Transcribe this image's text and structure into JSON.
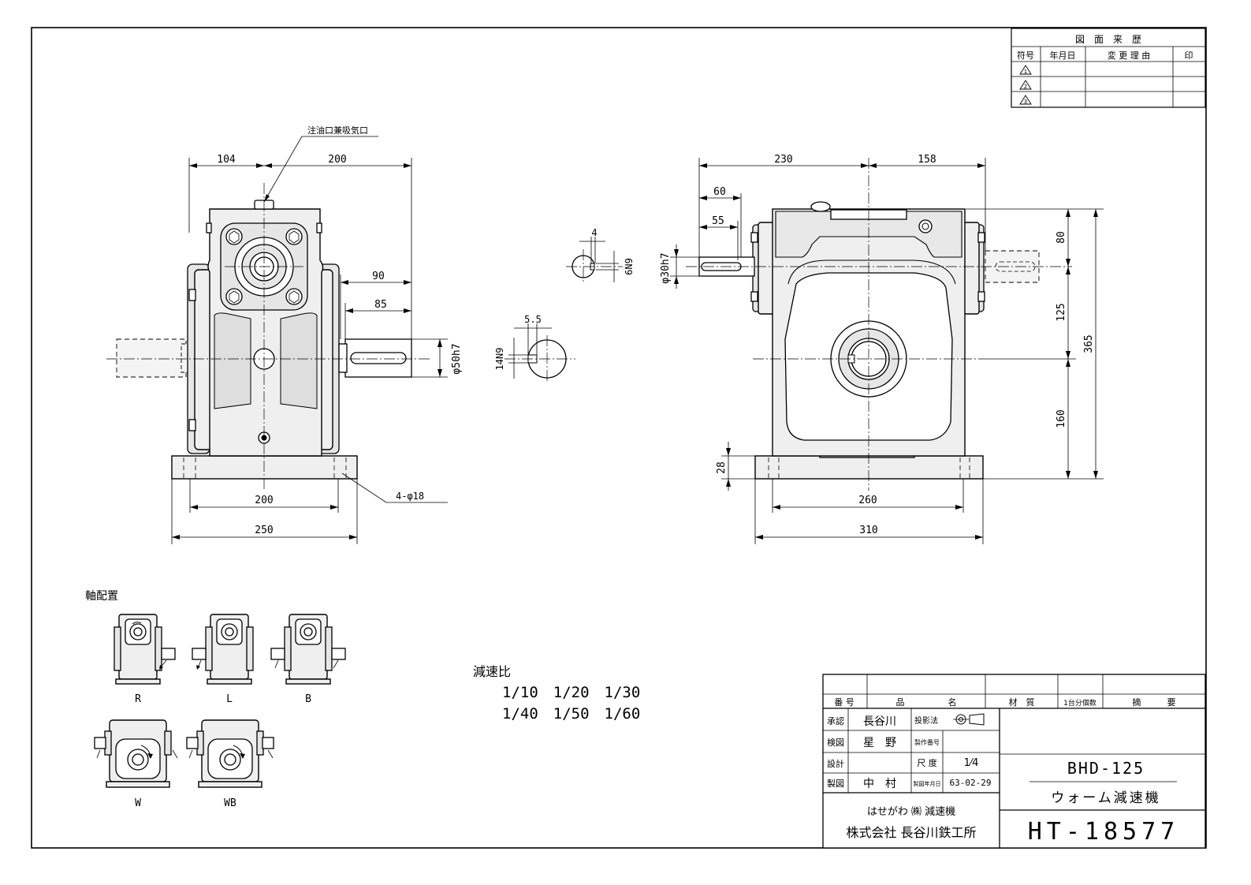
{
  "revision_table": {
    "title": "図　面　来　歴",
    "headers": [
      "符号",
      "年月日",
      "変 更 理 由",
      "印"
    ],
    "symbols": [
      "1",
      "2",
      "3"
    ]
  },
  "front_view": {
    "oil_port_label": "注油口兼吸気口",
    "dims": {
      "d104": "104",
      "d200_top": "200",
      "d90": "90",
      "d85": "85",
      "d50h7": "φ50h7",
      "d200_bottom": "200",
      "d250": "250",
      "holes": "4-φ18"
    }
  },
  "key_sections": {
    "small_width": "4",
    "small_depth": "6N9",
    "large_width": "5.5",
    "large_depth": "14N9"
  },
  "side_view": {
    "dims": {
      "d230": "230",
      "d158": "158",
      "d60": "60",
      "d55": "55",
      "d30h7": "φ30h7",
      "d80": "80",
      "d125": "125",
      "d160": "160",
      "d365": "365",
      "d28": "28",
      "d260": "260",
      "d310": "310"
    }
  },
  "shaft_arrangement": {
    "title": "軸配置",
    "labels": [
      "R",
      "L",
      "B",
      "W",
      "WB"
    ]
  },
  "reduction_ratio": {
    "title": "減速比",
    "row1": "1/10　1/20　1/30",
    "row2": "1/40　1/50　1/60"
  },
  "title_block": {
    "headers": {
      "number": "番 号",
      "name": "品　　　　　名",
      "material": "材　質",
      "qty": "1台分個数",
      "summary": "摘　　　要"
    },
    "approve_label": "承認",
    "approve_name": "長谷川",
    "check_label": "検図",
    "check_name": "星　野",
    "design_label": "設計",
    "design_name": "",
    "draft_label": "製図",
    "draft_name": "中　村",
    "projection_label": "投影法",
    "product_no_label": "製作番号",
    "product_no": "",
    "scale_label": "尺 度",
    "scale_value": "1⁄4",
    "date_label": "製図年月日",
    "date_value": "63-02-29",
    "model": "BHD-125",
    "product_name": "ウォーム減速機",
    "brand": "はせがわ ㈱ 減速機",
    "company": "株式会社 長谷川鉄工所",
    "drawing_no": "HT-18577"
  }
}
